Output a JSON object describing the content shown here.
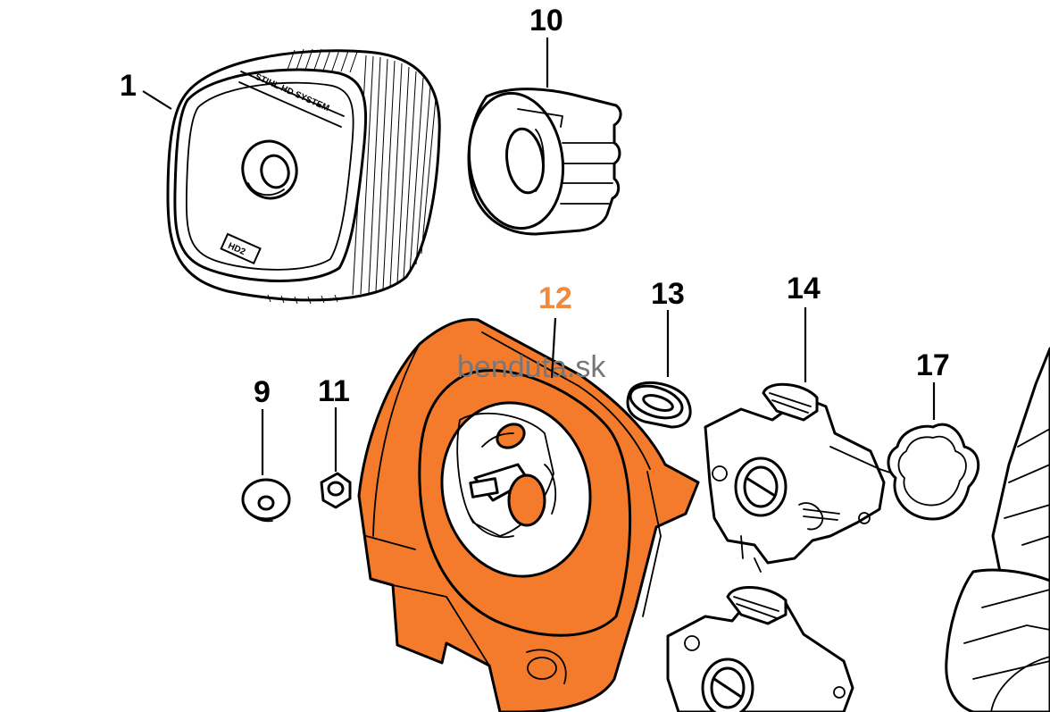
{
  "watermark": "benduta.sk",
  "filter_print": {
    "system": "STIHL HD SYSTEM",
    "grade": "HD2"
  },
  "colors": {
    "highlight": "#f37b2b",
    "highlight_label": "#f08a3c",
    "watermark": "#777777"
  },
  "callouts": [
    {
      "id": "1",
      "label": "1",
      "part": "air-filter",
      "highlighted": false
    },
    {
      "id": "10",
      "label": "10",
      "part": "prefilter-sleeve",
      "highlighted": false
    },
    {
      "id": "12",
      "label": "12",
      "part": "filter-base-carrier",
      "highlighted": true
    },
    {
      "id": "13",
      "label": "13",
      "part": "oval-grommet",
      "highlighted": false
    },
    {
      "id": "14",
      "label": "14",
      "part": "carburetor",
      "highlighted": false
    },
    {
      "id": "17",
      "label": "17",
      "part": "gasket",
      "highlighted": false
    },
    {
      "id": "9",
      "label": "9",
      "part": "washer",
      "highlighted": false
    },
    {
      "id": "11",
      "label": "11",
      "part": "hex-nut",
      "highlighted": false
    }
  ]
}
